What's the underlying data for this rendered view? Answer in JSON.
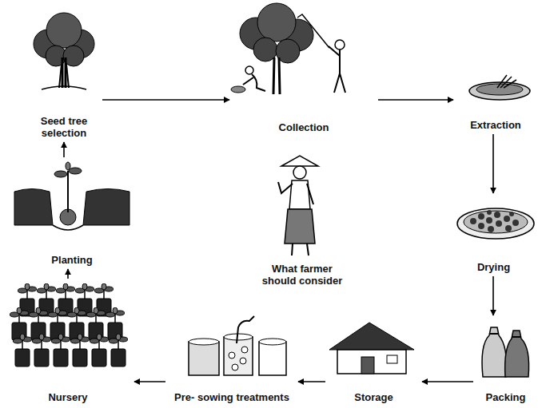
{
  "diagram": {
    "nodes": [
      {
        "text": [
          "Seed tree selection"
        ]
      },
      {
        "text": [
          "Collection"
        ]
      },
      {
        "text": [
          "Extraction"
        ]
      },
      {
        "text": [
          "Drying"
        ]
      },
      {
        "text": [
          "Packing"
        ]
      },
      {
        "text": [
          "Storage"
        ]
      },
      {
        "text": [
          "Pre- sowing treatments"
        ]
      },
      {
        "text": [
          "Nursery"
        ]
      },
      {
        "text": [
          "Planting"
        ]
      }
    ],
    "edges": [
      {
        "from": 0,
        "to": 1,
        "arrow": "to"
      },
      {
        "from": 1,
        "to": 2,
        "arrow": "to"
      },
      {
        "from": 2,
        "to": 3,
        "arrow": "to"
      },
      {
        "from": 3,
        "to": 4,
        "arrow": "to"
      },
      {
        "from": 4,
        "to": 5,
        "arrow": "to"
      },
      {
        "from": 5,
        "to": 6,
        "arrow": "to"
      },
      {
        "from": 6,
        "to": 7,
        "arrow": "to"
      },
      {
        "from": 7,
        "to": 8,
        "arrow": "to"
      },
      {
        "from": 8,
        "to": 0,
        "arrow": "to"
      }
    ],
    "labels": [
      "What farmer should consider"
    ]
  }
}
